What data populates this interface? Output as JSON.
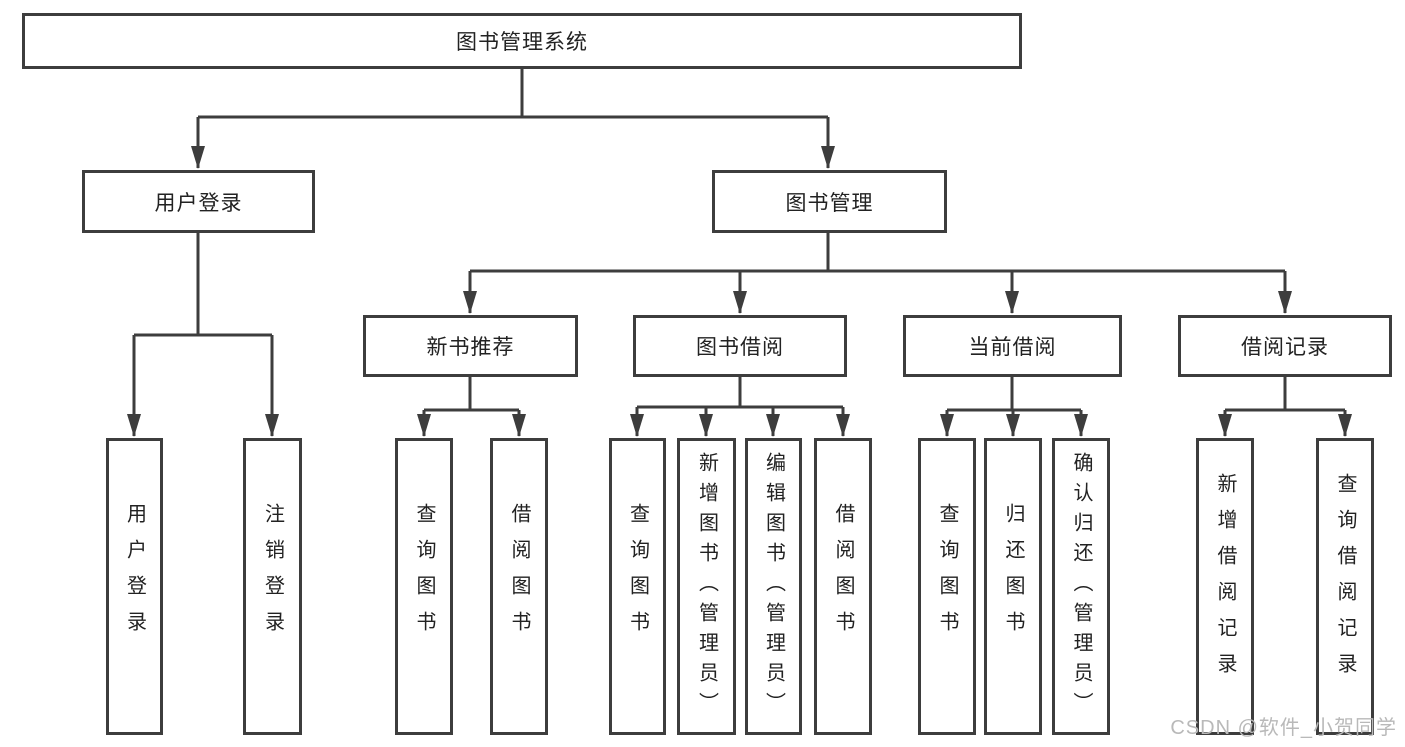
{
  "diagram": {
    "title": "图书管理系统",
    "root": {
      "label": "图书管理系统"
    },
    "level2": [
      {
        "id": "user-login",
        "label": "用户登录"
      },
      {
        "id": "book-management",
        "label": "图书管理"
      }
    ],
    "level3": [
      {
        "id": "new-book-recommend",
        "label": "新书推荐",
        "parent": "图书管理"
      },
      {
        "id": "book-borrowing",
        "label": "图书借阅",
        "parent": "图书管理"
      },
      {
        "id": "current-borrowing",
        "label": "当前借阅",
        "parent": "图书管理"
      },
      {
        "id": "borrowing-records",
        "label": "借阅记录",
        "parent": "图书管理"
      }
    ],
    "leaves": [
      {
        "id": "user-login-leaf",
        "label": "用户登录",
        "parent": "用户登录"
      },
      {
        "id": "logout",
        "label": "注销登录",
        "parent": "用户登录"
      },
      {
        "id": "search-books-1",
        "label": "查询图书",
        "parent": "新书推荐"
      },
      {
        "id": "borrow-books-1",
        "label": "借阅图书",
        "parent": "新书推荐"
      },
      {
        "id": "search-books-2",
        "label": "查询图书",
        "parent": "图书借阅"
      },
      {
        "id": "add-books-admin",
        "label": "新增图书（管理员）",
        "parent": "图书借阅"
      },
      {
        "id": "edit-books-admin",
        "label": "编辑图书（管理员）",
        "parent": "图书借阅"
      },
      {
        "id": "borrow-books-2",
        "label": "借阅图书",
        "parent": "图书借阅"
      },
      {
        "id": "search-books-3",
        "label": "查询图书",
        "parent": "当前借阅"
      },
      {
        "id": "return-books",
        "label": "归还图书",
        "parent": "当前借阅"
      },
      {
        "id": "confirm-return-admin",
        "label": "确认归还（管理员）",
        "parent": "当前借阅"
      },
      {
        "id": "add-borrow-record",
        "label": "新增借阅记录",
        "parent": "借阅记录"
      },
      {
        "id": "search-borrow-record",
        "label": "查询借阅记录",
        "parent": "借阅记录"
      }
    ]
  },
  "watermark": {
    "text": "CSDN @软件_小贺同学"
  },
  "colors": {
    "line": "#3d3d3d",
    "text": "#222222",
    "background": "#ffffff",
    "watermark": "#b9b9b9"
  }
}
